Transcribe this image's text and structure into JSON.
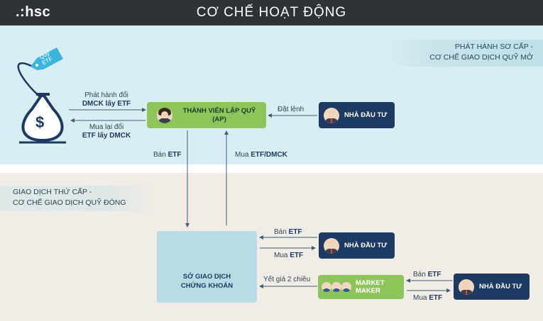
{
  "header": {
    "logo": ".:hsc",
    "title": "CƠ CHẾ HOẠT ĐỘNG"
  },
  "primary_market": {
    "line1": "PHÁT HÀNH SƠ CẤP -",
    "line2": "CƠ CHẾ GIAO DỊCH QUỸ MỞ"
  },
  "secondary_market": {
    "line1": "GIAO DỊCH THỨ CẤP -",
    "line2": "CƠ CHẾ GIAO DỊCH QUỸ ĐÓNG"
  },
  "fund_tag": {
    "line1": "Quỹ",
    "line2": "ETF"
  },
  "fund_bag_symbol": "$",
  "ap_box": {
    "line1": "THÀNH VIÊN LẬP QUỸ",
    "line2": "(AP)"
  },
  "investor_label": "NHÀ ĐẦU TƯ",
  "exchange": {
    "line1": "SỞ GIAO DỊCH",
    "line2": "CHỨNG KHOÁN"
  },
  "market_maker": "MARKET MAKER",
  "labels": {
    "issue_prefix": "Phát hành đổi",
    "issue_bold": "DMCK lấy ETF",
    "redeem_prefix": "Mua lại đổi",
    "redeem_bold": "ETF lấy DMCK",
    "order": "Đặt lệnh",
    "sell": "Bán",
    "buy": "Mua",
    "etf": "ETF",
    "etf_dmck": "ETF/DMCK",
    "quote": "Yết giá 2 chiều"
  },
  "colors": {
    "dark_navy": "#1d3a63",
    "green": "#8ec55b",
    "light_blue": "#d9eef2",
    "beige": "#f1ede6",
    "exchange": "#b7dce4",
    "header": "#2f3338"
  }
}
